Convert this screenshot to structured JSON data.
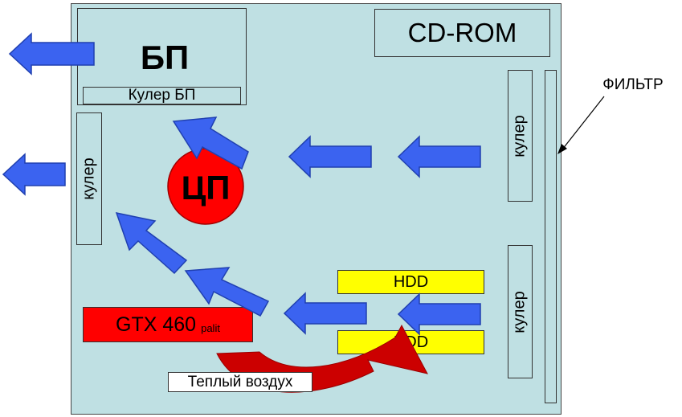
{
  "labels": {
    "psu": "БП",
    "psu_cooler": "Кулер БП",
    "cdrom": "CD-ROM",
    "filter": "ФИЛЬТР",
    "cooler_left": "кулер",
    "cooler_right_top": "кулер",
    "cooler_right_bottom": "кулер",
    "cpu": "ЦП",
    "hdd_top": "HDD",
    "hdd_bottom": "HDD",
    "gpu_main": "GTX 460",
    "gpu_brand": "palit",
    "warm_air": "Теплый воздух"
  },
  "colors": {
    "case_bg": "#bfe0e3",
    "arrow_blue": "#3b63f0",
    "cpu_red": "#ff0000",
    "gpu_red": "#ff0000",
    "hdd_yellow": "#ffff00",
    "warm_air_red": "#cc0000"
  }
}
